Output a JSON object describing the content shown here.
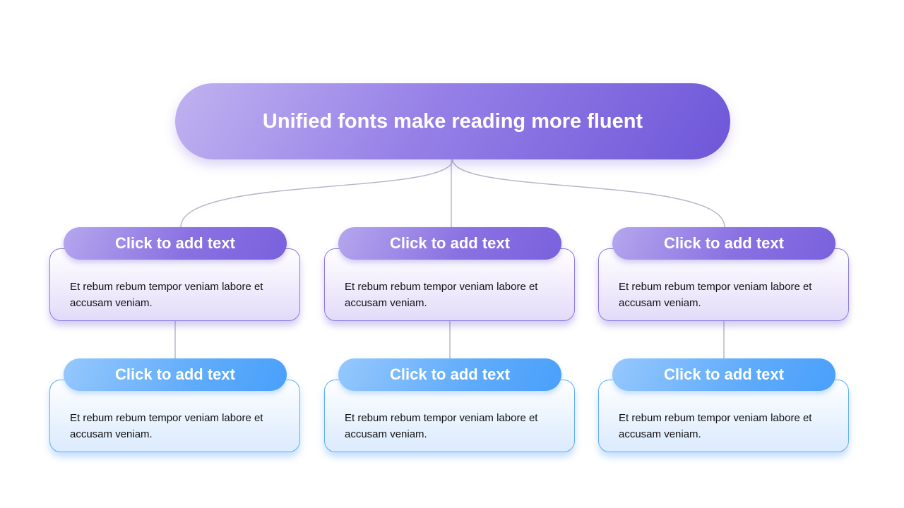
{
  "title": {
    "label": "Unified fonts make reading more fluent"
  },
  "columns": [
    {
      "top": {
        "header": "Click to add text",
        "body": "Et rebum rebum tempor veniam labore et accusam veniam."
      },
      "bottom": {
        "header": "Click to add text",
        "body": "Et rebum rebum tempor veniam labore et accusam veniam."
      }
    },
    {
      "top": {
        "header": "Click to add text",
        "body": "Et rebum rebum tempor veniam labore et accusam veniam."
      },
      "bottom": {
        "header": "Click to add text",
        "body": "Et rebum rebum tempor veniam labore et accusam veniam."
      }
    },
    {
      "top": {
        "header": "Click to add text",
        "body": "Et rebum rebum tempor veniam labore et accusam veniam."
      },
      "bottom": {
        "header": "Click to add text",
        "body": "Et rebum rebum tempor veniam labore et accusam veniam."
      }
    }
  ],
  "colors": {
    "purple_dark": "#6e57d8",
    "purple_light": "#b7a9ee",
    "blue_dark": "#49a0fb",
    "blue_light": "#96c8fd",
    "connector": "#b4b8cb",
    "body_text": "#111111",
    "background": "#ffffff"
  }
}
